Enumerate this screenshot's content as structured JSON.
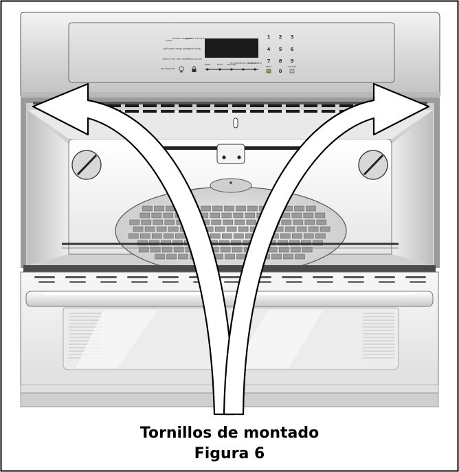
{
  "control_panel": {
    "keys": [
      {
        "id": "k1",
        "label": "pizza"
      },
      {
        "id": "k2",
        "label": "chicken nuggets"
      },
      {
        "id": "k3",
        "label": "convect convert"
      },
      {
        "id": "k4",
        "label": "self clean"
      },
      {
        "id": "k5",
        "label": "delay start"
      },
      {
        "id": "k6",
        "label": "bake time"
      },
      {
        "id": "k7",
        "label": "add 1 min"
      },
      {
        "id": "k8",
        "label": "set clock"
      },
      {
        "id": "k9",
        "label": "timer on-off"
      },
      {
        "id": "k10",
        "label": "my favorite"
      },
      {
        "id": "k11",
        "label": "bake"
      },
      {
        "id": "k12",
        "label": "broil"
      },
      {
        "id": "k13",
        "label": "convect"
      },
      {
        "id": "k14",
        "label": "temperature preheat"
      },
      {
        "id": "k15",
        "label": "keep warm"
      },
      {
        "id": "k16",
        "label": "start"
      },
      {
        "id": "k17",
        "label": "cancel"
      }
    ],
    "numbers": [
      "1",
      "2",
      "3",
      "4",
      "5",
      "6",
      "7",
      "8",
      "9",
      "0"
    ]
  },
  "caption": {
    "line1": "Tornillos de montado",
    "line2": "Figura 6"
  }
}
